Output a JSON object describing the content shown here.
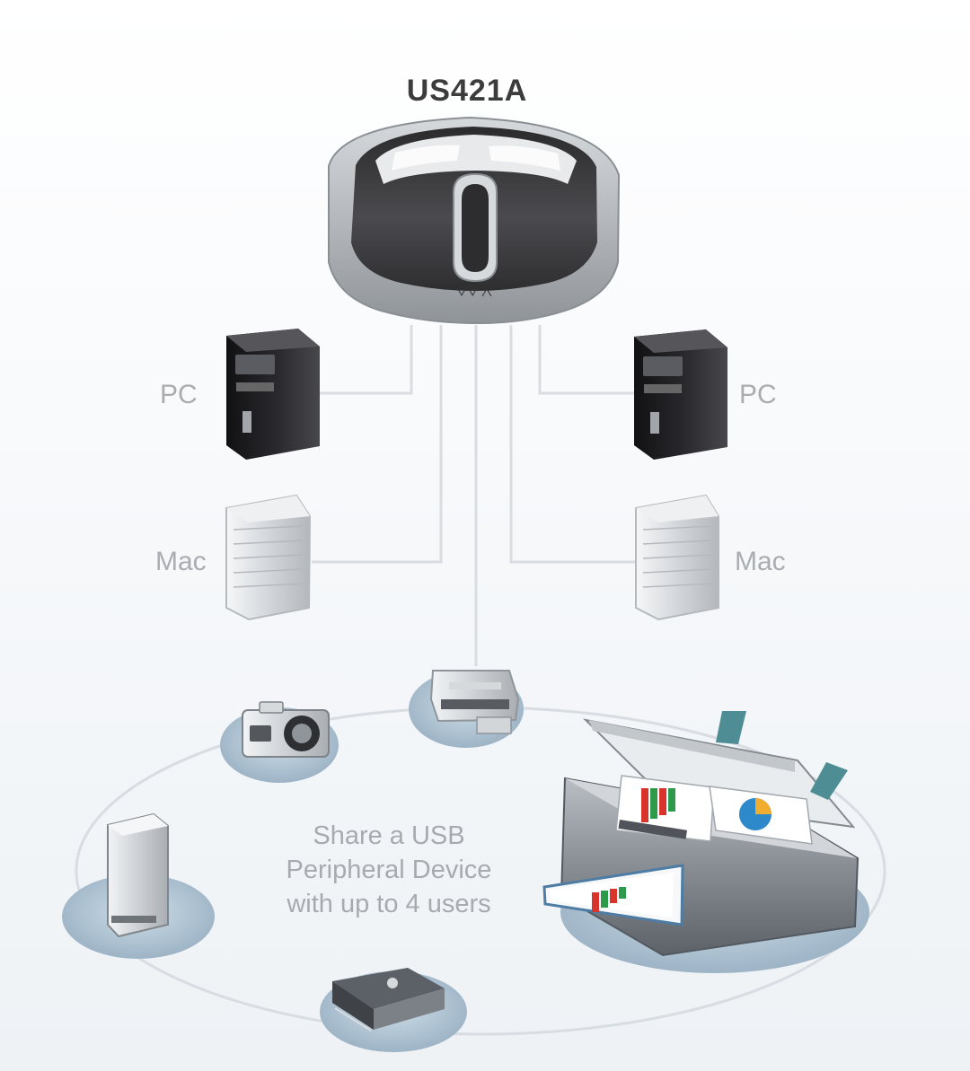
{
  "diagram": {
    "title": "US421A",
    "left_upper_label": "PC",
    "left_lower_label": "Mac",
    "right_upper_label": "PC",
    "right_lower_label": "Mac",
    "center_lines": [
      "Share a USB",
      "Peripheral Device",
      "with up to 4 users"
    ],
    "device_panel_marks": "ᗊᗊ ᐱ"
  },
  "colors": {
    "background_top": "#ffffff",
    "background_bottom": "#eef2f5",
    "connector": "#d9dde1",
    "label_text": "#a9adb1",
    "title_text": "#3c3c3c",
    "device_dark": "#3a3a3c",
    "device_silver": "#b8bcc0",
    "pad_blue": "#b7cad8",
    "pie_blue": "#2d89c9",
    "chart_red": "#d9342b",
    "chart_green": "#2c9a4a",
    "tab_teal": "#4d8d93"
  },
  "icons": {
    "switch": "usb-switch-device-icon",
    "pc_left": "pc-tower-icon",
    "mac_left": "mac-tower-icon",
    "pc_right": "pc-tower-icon",
    "mac_right": "mac-tower-icon",
    "camera": "camera-icon",
    "card_reader": "card-reader-icon",
    "storage": "external-drive-icon",
    "scanner": "scanner-icon",
    "printer": "multifunction-printer-icon"
  }
}
